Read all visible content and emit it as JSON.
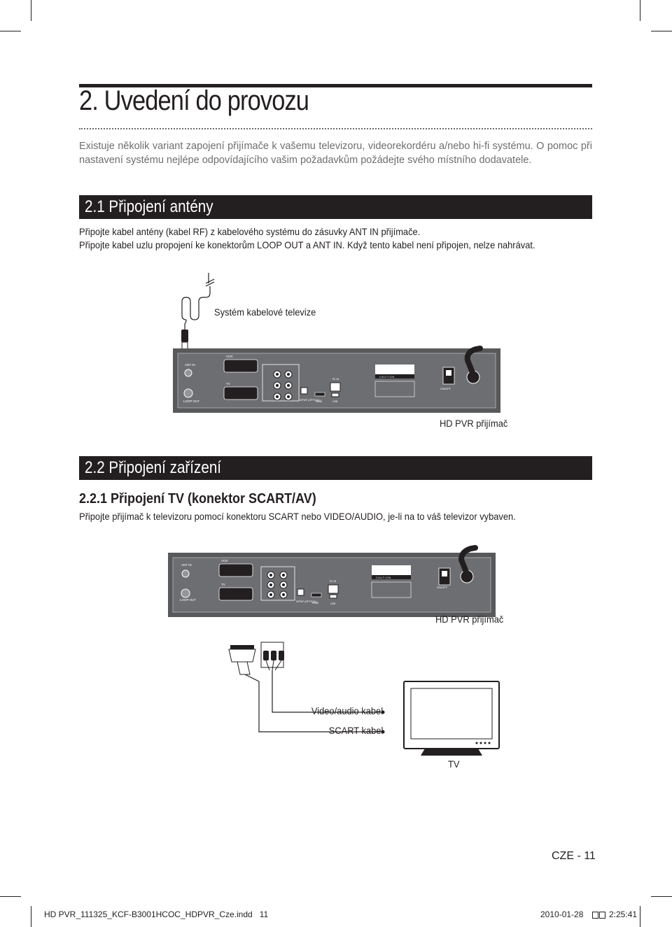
{
  "heading": "2. Uvedení do provozu",
  "intro": {
    "line1": "Existuje několik variant zapojení přijímače k vašemu televizoru, videorekordéru a/nebo hi-fi systému. O pomoc při",
    "line2": "nastavení systému nejlépe odpovídajícího vašim požadavkům požádejte svého místního dodavatele."
  },
  "section_2_1": {
    "title": "2.1 Připojení antény",
    "line1": "Připojte kabel antény (kabel RF) z kabelového systému do zásuvky ANT IN přijímače.",
    "line2": "Připojte kabel uzlu propojení ke konektorům LOOP OUT a ANT IN. Když tento kabel není připojen, nelze nahrávat.",
    "cable_label": "Systém kabelové televize",
    "device_label": "HD PVR přijímač"
  },
  "section_2_2": {
    "title": "2.2 Připojení zařízení",
    "sub_title": "2.2.1  Připojení TV (konektor SCART/AV)",
    "line1": "Připojte přijímač k televizoru pomocí konektoru SCART nebo VIDEO/AUDIO, je-li na to váš televizor vybaven.",
    "device_label": "HD PVR přijímač",
    "av_cable_label": "Video/audio kabel",
    "scart_cable_label": "SCART kabel",
    "tv_label": "TV"
  },
  "panel": {
    "ant_in": "ANT IN",
    "loop_out": "LOOP OUT",
    "vcr": "VCR",
    "tv": "TV",
    "rj45": "RJ 45",
    "spdif": "S/PDIF (OPTICAL)",
    "hdmi": "HDMI",
    "usb": "USB",
    "on_off": "ON/OFF",
    "caution": "C A U T I O N"
  },
  "footer": {
    "page_number": "CZE - 11",
    "file": "HD PVR_111325_KCF-B3001HCOC_HDPVR_Cze.indd   11",
    "date": "2010-01-28",
    "time": "2:25:41"
  }
}
